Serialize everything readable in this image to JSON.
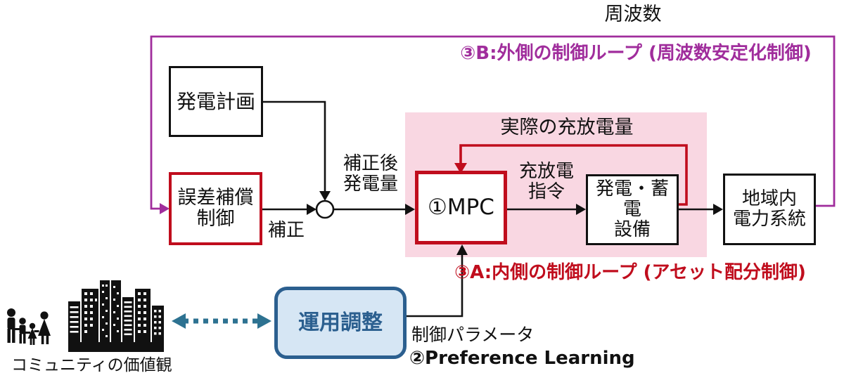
{
  "diagram": {
    "top": {
      "frequency_label": "周波数",
      "outer_loop_label": "③B:外側の制御ループ (周波数安定化制御)"
    },
    "boxes": {
      "generation_plan": {
        "label": "発電計画"
      },
      "error_compensation": {
        "line1": "誤差補償",
        "line2": "制御"
      },
      "mpc": {
        "label": "①MPC"
      },
      "generation_storage": {
        "line1": "発電・蓄電",
        "line2": "設備"
      },
      "regional_grid": {
        "line1": "地域内",
        "line2": "電力系統"
      },
      "operation_adjustment": {
        "label": "運用調整"
      }
    },
    "labels": {
      "corrected_output_line1": "補正後",
      "corrected_output_line2": "発電量",
      "correction": "補正",
      "charge_command_line1": "充放電",
      "charge_command_line2": "指令",
      "actual_charge_discharge": "実際の充放電量",
      "inner_loop_label": "③A:内側の制御ループ (アセット配分制御)",
      "control_parameters": "制御パラメータ",
      "preference_learning": "②Preference Learning",
      "community_values": "コミュニティの価値観"
    },
    "icons": {
      "family": "family-silhouette-icon",
      "city": "city-skyline-icon",
      "dotted_double_arrow": "dotted-double-arrow-icon"
    },
    "colors": {
      "outer_loop_purple": "#A02D9C",
      "inner_loop_red": "#C00D1D",
      "pink_region": "#F9D7E2",
      "operation_border_blue": "#2B5F8F",
      "operation_fill_blue": "#D6E6F4",
      "dotted_arrow_teal": "#2D7291",
      "line_black": "#111111"
    }
  }
}
